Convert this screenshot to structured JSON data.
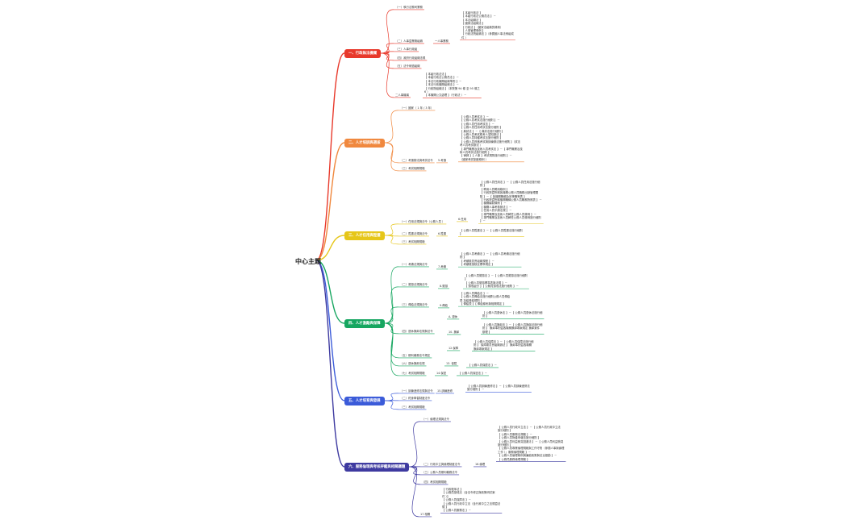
{
  "center": "中心主题",
  "colors": {
    "b1": "#e8392b",
    "b2": "#f0883e",
    "b3": "#e6c619",
    "b4": "#16a660",
    "b5": "#3b5bd9",
    "b6": "#3e3aa0"
  },
  "branches": [
    {
      "title": "一、行政執法機關",
      "items": [
        "（一）執行法務司業務",
        "（二）人事暨業務組織",
        "一人事業務",
        "【 本組行政法 】\n【 本組行政法公務員法 】－\n【 本法組織法 】\n【 國家法組織法 】\n【 行政法 】（國家法組織的條例）\n【 人事管理條例 】\n【 行政法院組織法 】（參閱國人事法例組成\n件 ）",
        "（三）人事行政組",
        "（四）政府行政組織法規",
        "（五）法令研讀組織",
        "【 本組行政法法 】\n【 本組行政法公務員法 】－\n【 本法行政機關組織準則 】－\n【 本法行政機關組織法 】－\n【 行政院組織法 】（本院第 94 條 至 95 條之\n 6 ）\n【 本機關公文處理 】（行政法 ）－",
        "二人事機構"
      ]
    },
    {
      "title": "二、人才培訓與選拔",
      "items": [
        "（一）國家（ 1 年 / 3 年）",
        "【 公務人員考試法 】－\n【 公務人員考試法施行細則 】－\n【 公務人員任用考試法 】－\n【 公務人員任用考試法施行細則 】\n【 典試法 】－【 典試法施行細則 】\n【 公務人員考試應考人須知辦法 】\n【 公務人員特種考試法施行細則 】\n【 公務人員資格考試與訓練辦法施行細則 】（試法\n考人員考試辦法 ）\n【 專門職業及技術人員考試法 】－【 專門職業及技\n術人員考試法施行細則 】－\n【 律師 】【 人事 】考試規則施行細則 】－\n（國家考試制度條例 ）",
        "（二）考選辦法與考試法令",
        "5.考選",
        "（三）考試相關規範"
      ]
    },
    {
      "title": "三、人才任用與陞遷",
      "items": [
        "（一）任用法規與法令（公務人員 ）",
        "【 公務人員任用法 】－【 公務人員任用法施行細\n則 】\n【 聘用人員聘用條例 】\n【 行政院暨所屬各機關公務人員職務出缺管理要\n點 】－【 各機關職稱及官等職等表 】\n【 行政院暨所屬機關職稱公務人員職務對照表 】－\n【 機關編制條例 】－\n【 機關人事考核辦法 】－\n【 任用人員平調法規 】－\n【 專門職業及技術人員轉任公務人員條例 】－\n【 專門職業及技術人員轉任公務人員條例施行細則\n】－",
        "6.任用",
        "（二）陞遷法規與法令",
        "【 公務人員陞遷法 】－【 公務人員陞遷法施行細則\n】",
        "6.陞遷",
        "（三）考試相關規範"
      ]
    },
    {
      "title": "四、人才激勵與保障",
      "items": [
        "（一）考績法規與法令",
        "【 公務人員考績法 】－【 公務人員考績法施行細\n則 】\n【 考績委員會組織規程 】－\n【 考績獎懲核定標準規定 】",
        "7.考績",
        "（二）獎懲法規與法令",
        "【 公務人員獎懲法 】－【 公務人員獎懲法施行細則\n】\n【 公務人員獎懲標準表與法規 】－\n【 懲戒處分 】【 公務員懲戒法施行細則 】－",
        "8.獎懲",
        "（三）俸給法規與法令",
        "【 公務人員俸給法 】－\n【 公務人員俸給法施行細則公務人員俸給\n表 加給發給規則 】\n【 俸給表 】【 俸給條例與相關規定 】",
        "9.俸給",
        "（四）退休撫卹法規與法令",
        "A. 退休",
        "【 公務人員退休法 】－【 公務人員退休法施行細\n則 】",
        "10. 撫卹",
        "【 公務人員撫卹法 】－【 公務人員撫卹法施行細\n則 】 撫卹準則暨各機關撫卹專案規定 撫卹案件\n辦理 】",
        "12.保障",
        "【 公務人員保障法 】－【 公務人員保障法施行細\n則 】 保障委員會組織辦法 】 撫卹準則暨各機關\n撫卹專案規定 】",
        "（五）權利義務法令規定",
        "（六）退休撫卹法規",
        "13. 保險",
        "【 公務人員保險法 】－",
        "（七）考試相關規範",
        "14.保密",
        "【 公務人員保密法 】－"
      ]
    },
    {
      "title": "五、人才培育與發展",
      "items": [
        "（一）訓練進修法規與法令",
        "15.訓練進修",
        "【 公務人員訓練進修法 】－【 公務人員訓練進修法\n施行細則 】－",
        "（二）終身學習制度法令",
        "（三）考試相關規範"
      ]
    },
    {
      "title": "六、服務倫理與考核評鑑與相關議題",
      "items": [
        "（一）倫理法規與法令",
        "【 公務人員行政中立法 】－【 公務人員行政中立法\n施行細則 】\n【 公務人員服務法規範 】－\n【 公務人員財產申報法施行細則 】\n【 公務人員利益衝突迴避法 】－【 公務人員利益衝突\n施行細則 】\n【 公務人員專業倫理規範與工作守則（參閱人事與倫理\n工作 ）」服務倫理規範 】－\n【 公務人員倫理條例與廉能政策與法治推動 】－\n【 公務員服務倫理規範 】",
        "16.倫理",
        "（二）行政中立與倫理制度法令",
        "（三）公務人員權利義務法令",
        "（四）考試相關規範",
        "【 行政程序法 】\n【 公務員懲戒法（含法令修正與政策研討案\n件 ）】\n【 公務人員保障法 】－\n【 公務人員行政中立法（含行政中立之法規暨法\n規 】\n【 公務人員服務法 】－",
        "17.相關"
      ]
    }
  ]
}
